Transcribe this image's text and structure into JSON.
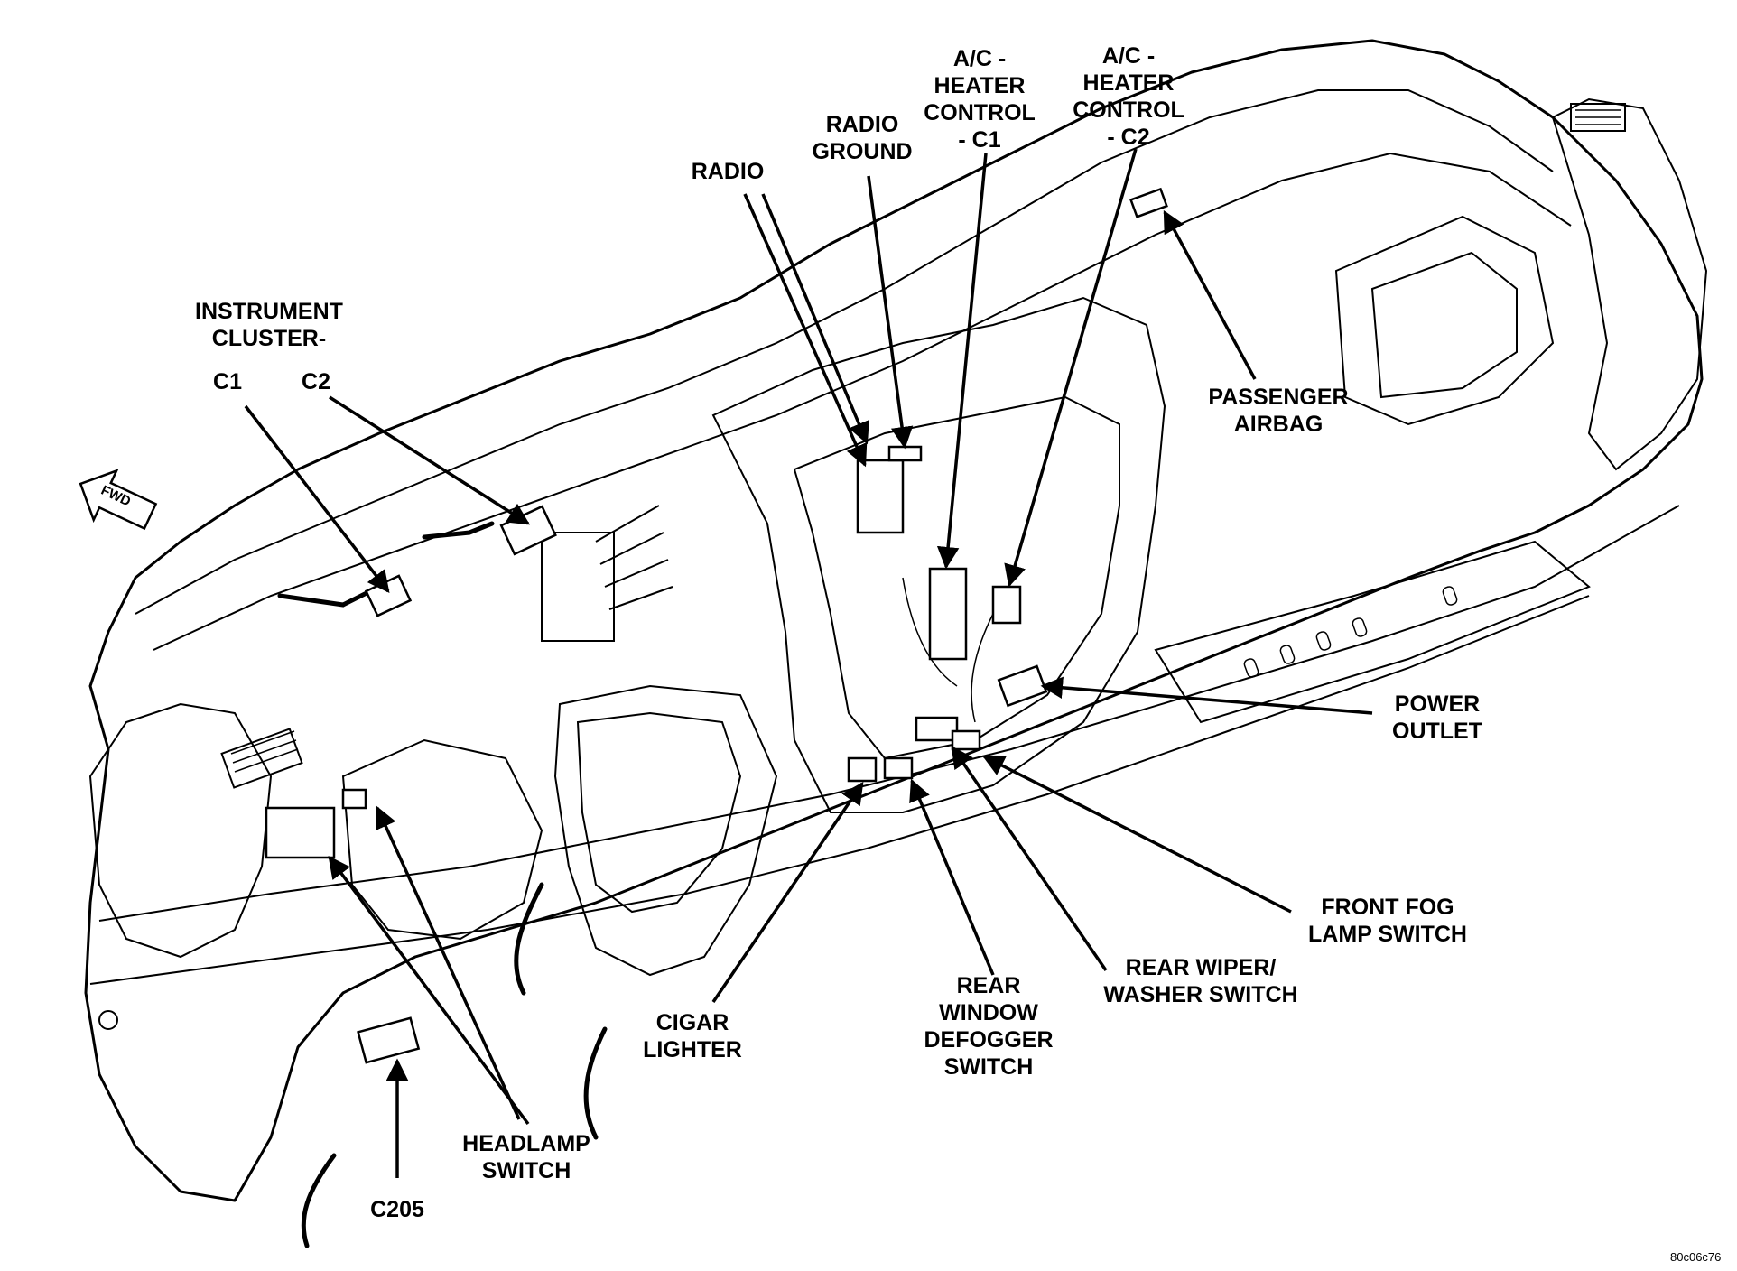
{
  "labels": {
    "instrument_cluster": [
      "INSTRUMENT",
      "CLUSTER-"
    ],
    "cluster_c1": "C1",
    "cluster_c2": "C2",
    "radio": "RADIO",
    "radio_ground": [
      "RADIO",
      "GROUND"
    ],
    "ac_heater_c1": [
      "A/C -",
      "HEATER",
      "CONTROL",
      "- C1"
    ],
    "ac_heater_c2": [
      "A/C -",
      "HEATER",
      "CONTROL",
      "- C2"
    ],
    "passenger_airbag": [
      "PASSENGER",
      "AIRBAG"
    ],
    "power_outlet": [
      "POWER",
      "OUTLET"
    ],
    "front_fog_lamp_switch": [
      "FRONT FOG",
      "LAMP SWITCH"
    ],
    "rear_wiper_washer_switch": [
      "REAR WIPER/",
      "WASHER SWITCH"
    ],
    "rear_window_defogger_switch": [
      "REAR",
      "WINDOW",
      "DEFOGGER",
      "SWITCH"
    ],
    "cigar_lighter": [
      "CIGAR",
      "LIGHTER"
    ],
    "headlamp_switch": [
      "HEADLAMP",
      "SWITCH"
    ],
    "c205": "C205",
    "fwd_arrow": "FWD"
  },
  "figure_code": "80c06c76"
}
